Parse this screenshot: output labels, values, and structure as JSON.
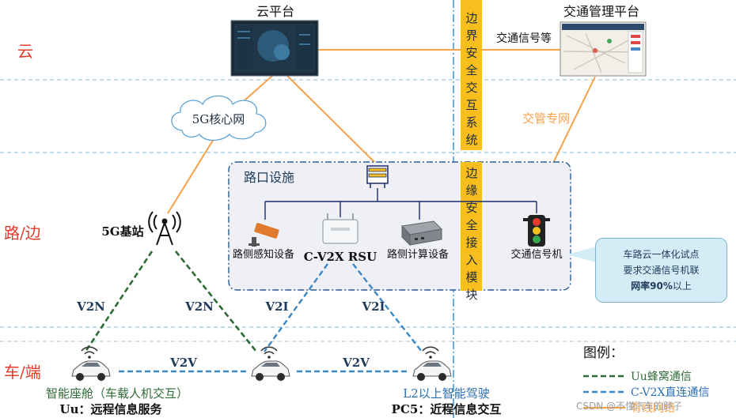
{
  "layers": {
    "cloud": "云",
    "road_edge": "路/边",
    "vehicle_end": "车/端"
  },
  "nodes": {
    "cloud_platform": "云平台",
    "traffic_platform": "交通管理平台",
    "core_network": "5G核心网",
    "base_station": "5G基站",
    "intersection": "路口设施",
    "roadside_sensor": "路侧感知设备",
    "rsu": "C-V2X RSU",
    "roadside_compute": "路侧计算设备",
    "traffic_signal": "交通信号机"
  },
  "security": {
    "boundary": "边界安全交互系统",
    "edge_access": "边缘安全接入模块"
  },
  "links": {
    "signal_info": "交通信号等",
    "traffic_private_net": "交管专网",
    "v2n_left": "V2N",
    "v2n_right": "V2N",
    "v2i_left": "V2I",
    "v2i_right": "V2I",
    "v2v_left": "V2V",
    "v2v_right": "V2V"
  },
  "vehicles": {
    "left_title": "智能座舱（车载人机交互）",
    "left_subtitle": "Uu：远程信息服务",
    "right_title": "L2以上智能驾驶",
    "right_subtitle": "PC5：近程信息交互"
  },
  "callout": {
    "line1": "车路云一体化试点",
    "line2": "要求交通信号机联",
    "line3_bold": "网率90%",
    "line3_rest": "以上"
  },
  "legend": {
    "title": "图例：",
    "uu": "Uu蜂窝通信",
    "cv2x": "C-V2X直连通信",
    "other": "有线网络"
  },
  "watermark": "CSDN @不懂汽车的胖子",
  "colors": {
    "green": "#2f6b37",
    "blue": "#3a87c6",
    "orange": "#f5a24a",
    "gold": "#f8be1d",
    "layer_label": "#e03c2b"
  }
}
